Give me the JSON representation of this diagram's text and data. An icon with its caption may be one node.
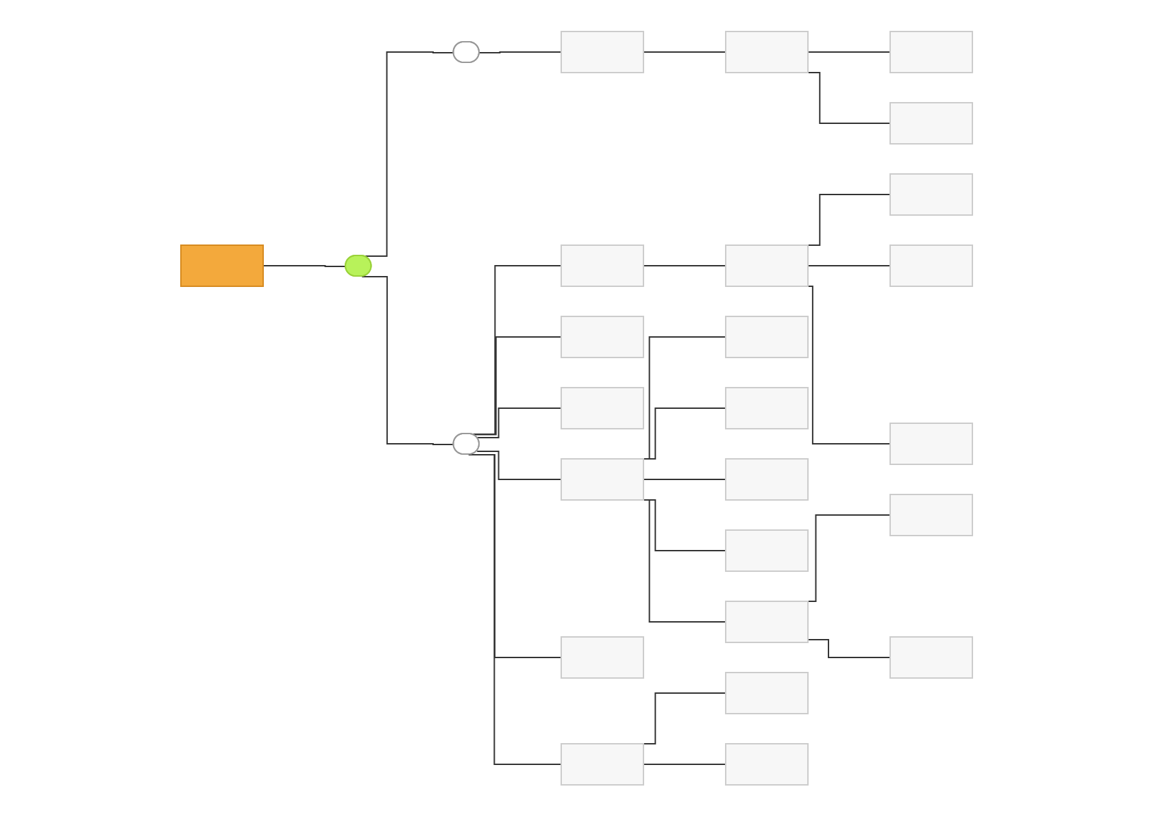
{
  "diagram": {
    "nodes": [
      {
        "text": [],
        "shape": "box"
      },
      {
        "text": [],
        "shape": "box"
      },
      {
        "text": [],
        "shape": "box"
      },
      {
        "text": [],
        "shape": "box"
      },
      {
        "text": [],
        "shape": "box"
      },
      {
        "text": [],
        "shape": "box"
      },
      {
        "text": [],
        "shape": "box"
      },
      {
        "text": [],
        "shape": "box"
      },
      {
        "text": [],
        "shape": "box"
      },
      {
        "text": [],
        "shape": "box"
      },
      {
        "text": [],
        "shape": "box"
      },
      {
        "text": [],
        "shape": "box"
      },
      {
        "text": [],
        "shape": "box"
      },
      {
        "text": [],
        "shape": "box"
      },
      {
        "text": [],
        "shape": "box"
      },
      {
        "text": [],
        "shape": "box"
      },
      {
        "text": [],
        "shape": "box"
      },
      {
        "text": [],
        "shape": "box"
      },
      {
        "text": [],
        "shape": "box"
      },
      {
        "text": [],
        "shape": "box"
      },
      {
        "text": [],
        "shape": "box"
      },
      {
        "text": [],
        "shape": "box"
      },
      {
        "text": [],
        "shape": "box"
      },
      {
        "text": [],
        "shape": "box"
      },
      {
        "text": [],
        "shape": "box"
      },
      {
        "text": [],
        "shape": "box"
      },
      {
        "text": [],
        "shape": "box"
      }
    ],
    "edges": [
      {
        "from": 0,
        "to": 1,
        "arrow": "none"
      },
      {
        "from": 1,
        "to": 2,
        "arrow": "none"
      },
      {
        "from": 2,
        "to": 3,
        "arrow": "none"
      },
      {
        "from": 3,
        "to": 4,
        "arrow": "none"
      },
      {
        "from": 4,
        "to": 5,
        "arrow": "none"
      },
      {
        "from": 4,
        "to": 6,
        "arrow": "none"
      },
      {
        "from": 1,
        "to": 7,
        "arrow": "none"
      },
      {
        "from": 7,
        "to": 8,
        "arrow": "none"
      },
      {
        "from": 8,
        "to": 9,
        "arrow": "none"
      },
      {
        "from": 9,
        "to": 10,
        "arrow": "none"
      },
      {
        "from": 9,
        "to": 11,
        "arrow": "none"
      },
      {
        "from": 9,
        "to": 12,
        "arrow": "none"
      },
      {
        "from": 7,
        "to": 13,
        "arrow": "none"
      },
      {
        "from": 7,
        "to": 14,
        "arrow": "none"
      },
      {
        "from": 7,
        "to": 15,
        "arrow": "none"
      },
      {
        "from": 15,
        "to": 16,
        "arrow": "none"
      },
      {
        "from": 15,
        "to": 17,
        "arrow": "none"
      },
      {
        "from": 15,
        "to": 18,
        "arrow": "none"
      },
      {
        "from": 15,
        "to": 19,
        "arrow": "none"
      },
      {
        "from": 15,
        "to": 20,
        "arrow": "none"
      },
      {
        "from": 20,
        "to": 21,
        "arrow": "none"
      },
      {
        "from": 20,
        "to": 22,
        "arrow": "none"
      },
      {
        "from": 7,
        "to": 23,
        "arrow": "none"
      },
      {
        "from": 7,
        "to": 24,
        "arrow": "none"
      },
      {
        "from": 24,
        "to": 25,
        "arrow": "none"
      },
      {
        "from": 24,
        "to": 26,
        "arrow": "none"
      }
    ]
  }
}
